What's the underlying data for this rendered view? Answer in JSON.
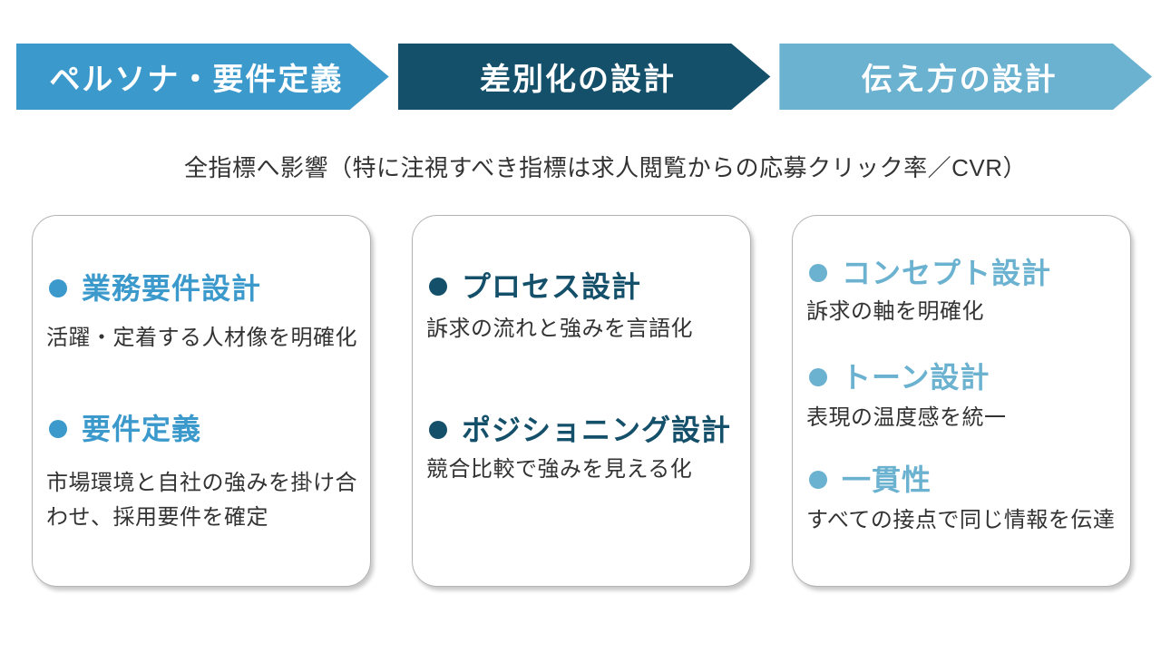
{
  "steps": [
    {
      "label": "ペルソナ・要件定義",
      "color": "#3b99cc"
    },
    {
      "label": "差別化の設計",
      "color": "#15506b"
    },
    {
      "label": "伝え方の設計",
      "color": "#6bb1d0"
    }
  ],
  "note": "全指標へ影響（特に注視すべき指標は求人閲覧からの応募クリック率／CVR）",
  "cards": [
    {
      "accent": "#3b99cc",
      "sections": [
        {
          "title": "業務要件設計",
          "desc": "活躍・定着する人材像を明確化"
        },
        {
          "title": "要件定義",
          "desc": "市場環境と自社の強みを掛け合わせ、採用要件を確定"
        }
      ]
    },
    {
      "accent": "#15506b",
      "sections": [
        {
          "title": "プロセス設計",
          "desc": "訴求の流れと強みを言語化"
        },
        {
          "title": "ポジショニング設計",
          "desc": "競合比較で強みを見える化"
        }
      ]
    },
    {
      "accent": "#6bb1d0",
      "sections": [
        {
          "title": "コンセプト設計",
          "desc": "訴求の軸を明確化"
        },
        {
          "title": "トーン設計",
          "desc": "表現の温度感を統一"
        },
        {
          "title": "一貫性",
          "desc": "すべての接点で同じ情報を伝達"
        }
      ]
    }
  ]
}
